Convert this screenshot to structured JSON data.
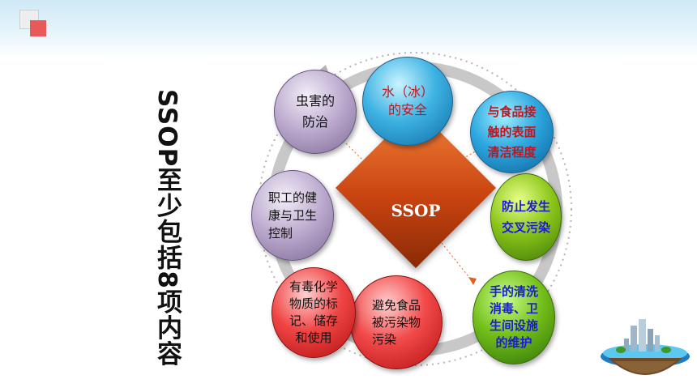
{
  "title": "SSOP至少包括8项内容",
  "center": {
    "label": "SSOP"
  },
  "nodes": {
    "water": "水（冰）\n的安全",
    "surface": "与食品接\n触的表面\n清洁程度",
    "cross": "防止发生\n交叉污染",
    "hand": "手的清洗\n消毒、卫\n生间设施\n的维护",
    "pollute": "避免食品\n被污染物\n污染",
    "toxic": "有毒化学\n物质的标\n记、储存\n和使用",
    "health": "职工的健\n康与卫生\n控制",
    "pest": "虫害的\n防治"
  },
  "colors": {
    "blue_node": "#2ea8e0",
    "green_node": "#8cc61a",
    "red_node": "#f24a4a",
    "purple_node": "#b9a7cc",
    "diamond": "#c94410",
    "red_text": "#c4141f",
    "blue_text": "#1a1ad8"
  }
}
